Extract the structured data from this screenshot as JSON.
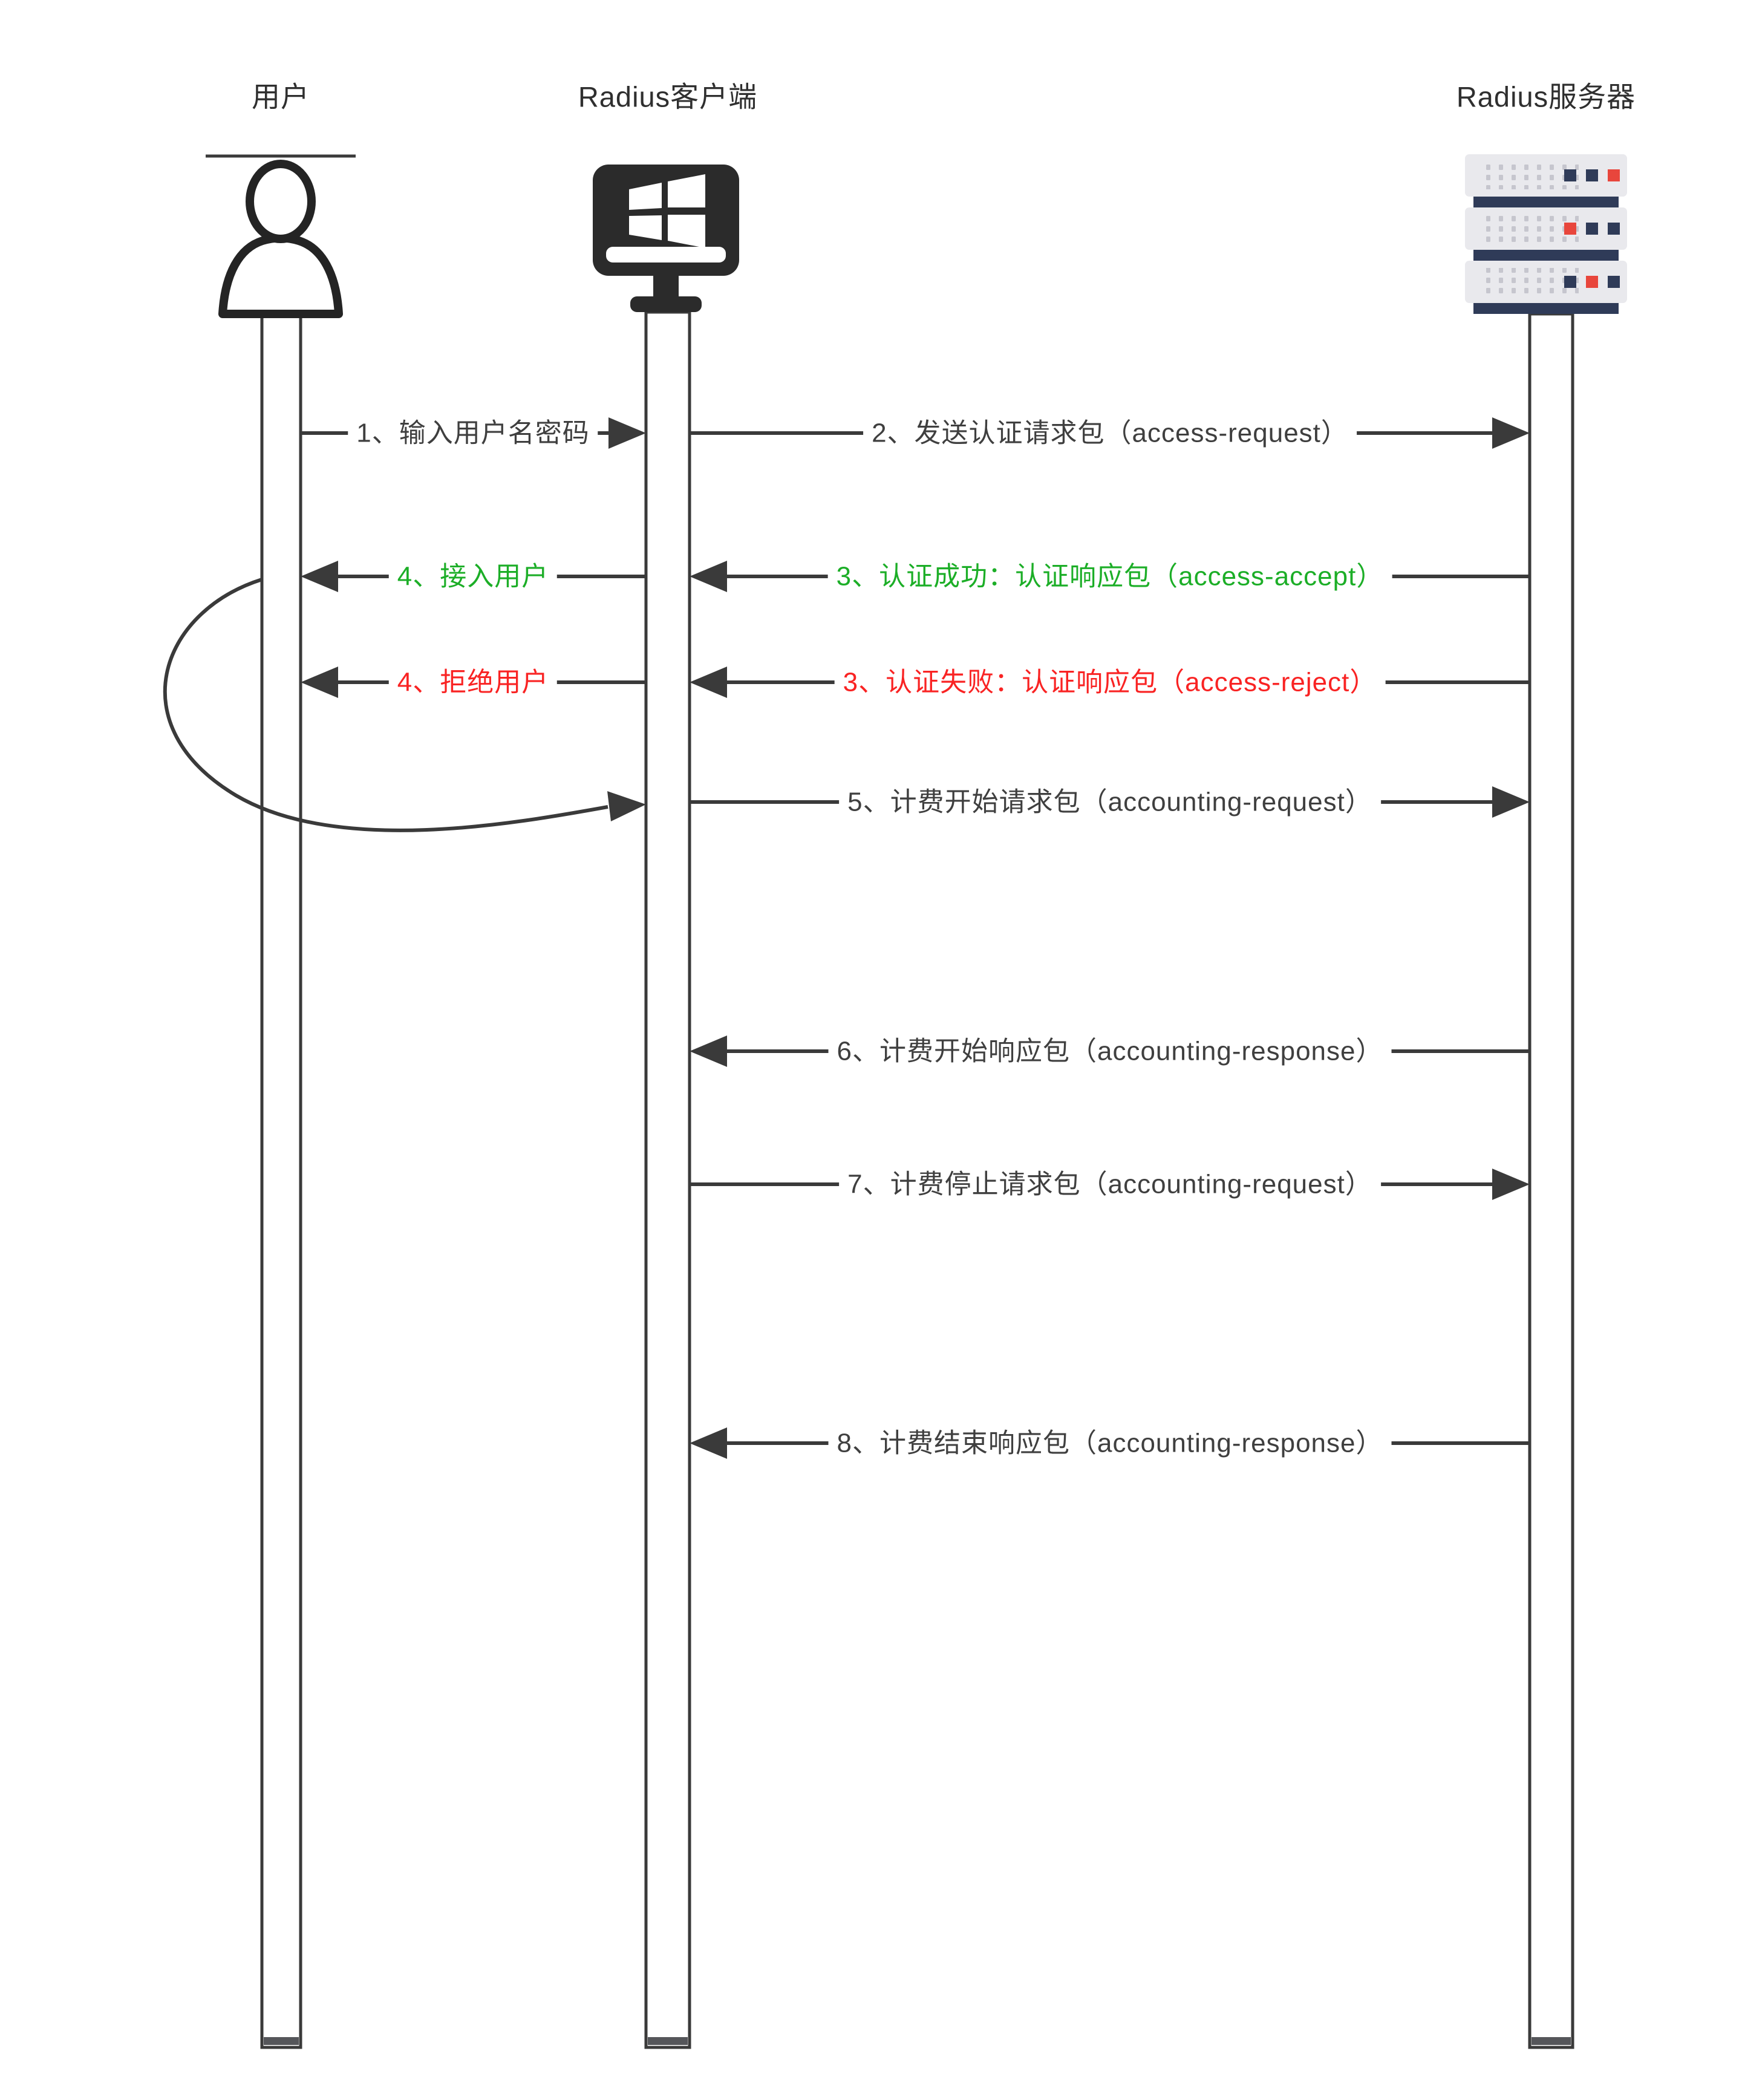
{
  "diagram": {
    "kind": "sequence-diagram"
  },
  "actors": [
    {
      "id": "user",
      "label": "用户",
      "icon": "person-icon"
    },
    {
      "id": "radius-client",
      "label": "Radius客户端",
      "icon": "windows-monitor-icon"
    },
    {
      "id": "radius-server",
      "label": "Radius服务器",
      "icon": "server-rack-icon"
    }
  ],
  "messages": [
    {
      "text": "1、输入用户名密码",
      "from": "user",
      "to": "radius-client",
      "color": "#3f3f3f"
    },
    {
      "text": "2、发送认证请求包（access-request）",
      "from": "radius-client",
      "to": "radius-server",
      "color": "#3f3f3f"
    },
    {
      "text": "3、认证成功：认证响应包（access-accept）",
      "from": "radius-server",
      "to": "radius-client",
      "color": "#1cae27"
    },
    {
      "text": "4、接入用户",
      "from": "radius-client",
      "to": "user",
      "color": "#1cae27"
    },
    {
      "text": "3、认证失败：认证响应包（access-reject）",
      "from": "radius-server",
      "to": "radius-client",
      "color": "#f92323"
    },
    {
      "text": "4、拒绝用户",
      "from": "radius-client",
      "to": "user",
      "color": "#f92323"
    },
    {
      "text": "5、计费开始请求包（accounting-request）",
      "from": "radius-client",
      "to": "radius-server",
      "color": "#3f3f3f"
    },
    {
      "text": "6、计费开始响应包（accounting-response）",
      "from": "radius-server",
      "to": "radius-client",
      "color": "#3f3f3f"
    },
    {
      "text": "7、计费停止请求包（accounting-request）",
      "from": "radius-client",
      "to": "radius-server",
      "color": "#3f3f3f"
    },
    {
      "text": "8、计费结束响应包（accounting-response）",
      "from": "radius-server",
      "to": "radius-client",
      "color": "#3f3f3f"
    }
  ],
  "colors": {
    "line": "#3a3a3a",
    "accept_green": "#1cae27",
    "reject_red": "#f92323",
    "text_dark": "#3f3f3f",
    "monitor_dark": "#2b2b2b",
    "server_body": "#e9e9ed",
    "server_navy": "#2f3b58",
    "server_red": "#e8463c"
  }
}
